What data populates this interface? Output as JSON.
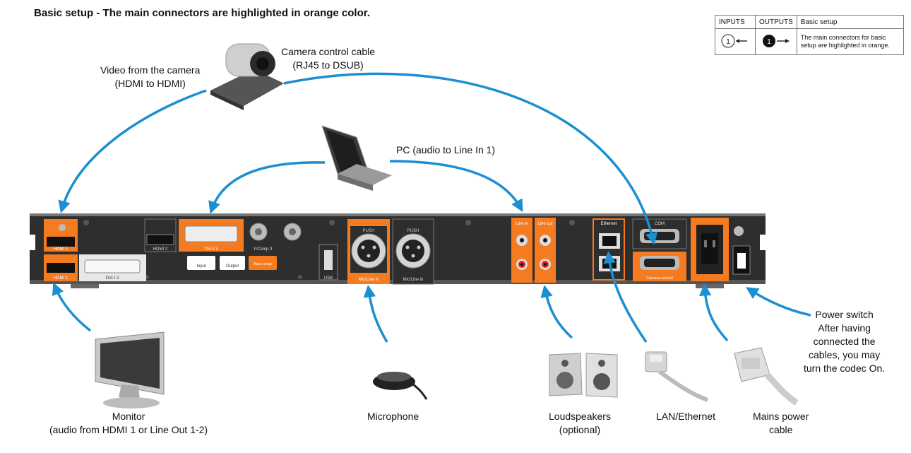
{
  "title": "Basic setup - The main connectors are highlighted in orange color.",
  "legend": {
    "inputs": "INPUTS",
    "outputs": "OUTPUTS",
    "basic_setup": "Basic setup",
    "description": "The main connectors for basic setup are highlighted in orange.",
    "input_number": "1",
    "output_number": "1"
  },
  "labels": {
    "video_from_camera": [
      "Video from the camera",
      "(HDMI to HDMI)"
    ],
    "camera_control": [
      "Camera control cable",
      "(RJ45 to DSUB)"
    ],
    "pc": "PC (audio to Line In 1)",
    "power_switch": [
      "Power switch",
      "After having",
      "connected the",
      "cables, you may",
      "turn the codec On."
    ],
    "monitor": [
      "Monitor",
      "(audio from HDMI 1 or Line Out 1-2)"
    ],
    "microphone": "Microphone",
    "loudspeakers": [
      "Loudspeakers",
      "(optional)"
    ],
    "lan": "LAN/Ethernet",
    "mains": [
      "Mains power",
      "cable"
    ]
  },
  "panel": {
    "hdmi1_in": "HDMI 1",
    "hdmi1_out": "HDMI 1",
    "dvi_out": "DVI-I 2",
    "hdmi2_in": "HDMI 2",
    "dvi_in": "DVI-I 3",
    "ycomp": "Y/Comp 3",
    "input_key": "Input",
    "output_key": "Output",
    "basic_key": "Basic setup",
    "usb": "USB",
    "mic_label": "Mic/Line in",
    "push": "PUSH",
    "line_in": "Line in",
    "line_out": "Line out",
    "ethernet": "Ethernet",
    "com": "COM",
    "camera_control": "Camera control"
  },
  "colors": {
    "accent": "#f47b20",
    "arrow": "#1b8fd0",
    "panel": "#3a3a3a"
  }
}
